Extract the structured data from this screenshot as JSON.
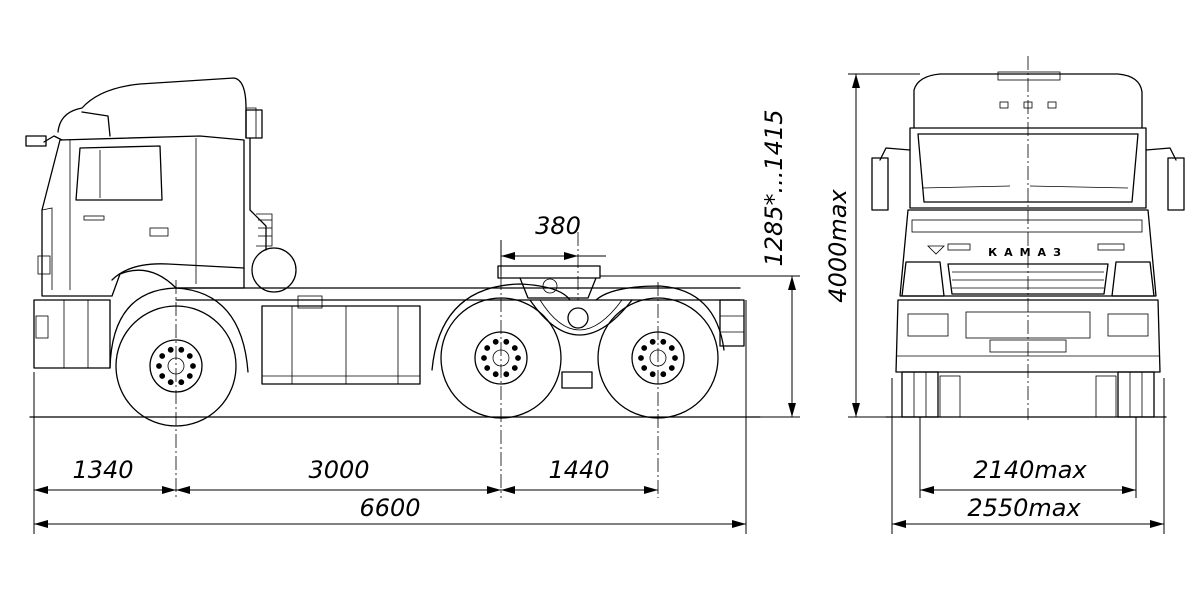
{
  "drawing": {
    "brand_label": "КАМАЗ",
    "dimensions": {
      "front_overhang": "1340",
      "wheelbase": "3000",
      "rear_axle_spacing": "1440",
      "overall_length": "6600",
      "fifth_wheel_offset": "380",
      "fifth_wheel_height": "1285*...1415",
      "overall_height": "4000max",
      "track_width": "2140max",
      "overall_width": "2550max"
    }
  }
}
